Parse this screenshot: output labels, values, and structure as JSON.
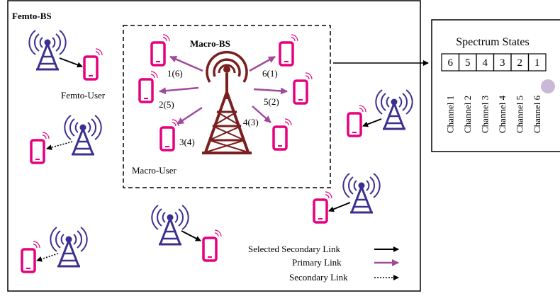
{
  "labels": {
    "femto_bs": "Femto-BS",
    "femto_user": "Femto-User",
    "macro_bs": "Macro-BS",
    "macro_user": "Macro-User"
  },
  "macro_links": [
    "1(6)",
    "2(5)",
    "3(4)",
    "4(3)",
    "5(2)",
    "6(1)"
  ],
  "spectrum": {
    "title": "Spectrum States",
    "states": [
      "6",
      "5",
      "4",
      "3",
      "2",
      "1"
    ],
    "channels": [
      "Channel 1",
      "Channel 2",
      "Channel 3",
      "Channel 4",
      "Channel 5",
      "Channel 6"
    ],
    "highlight_channel_index": 5
  },
  "legend": {
    "selected": "Selected Secondary Link",
    "primary": "Primary Link",
    "secondary": "Secondary Link"
  },
  "colors": {
    "tower": "#3b2f8f",
    "phone": "#e6007e",
    "macro_tower": "#7a1e1e",
    "primary_link": "#a04a9a",
    "highlight": "#c9b8d8"
  }
}
